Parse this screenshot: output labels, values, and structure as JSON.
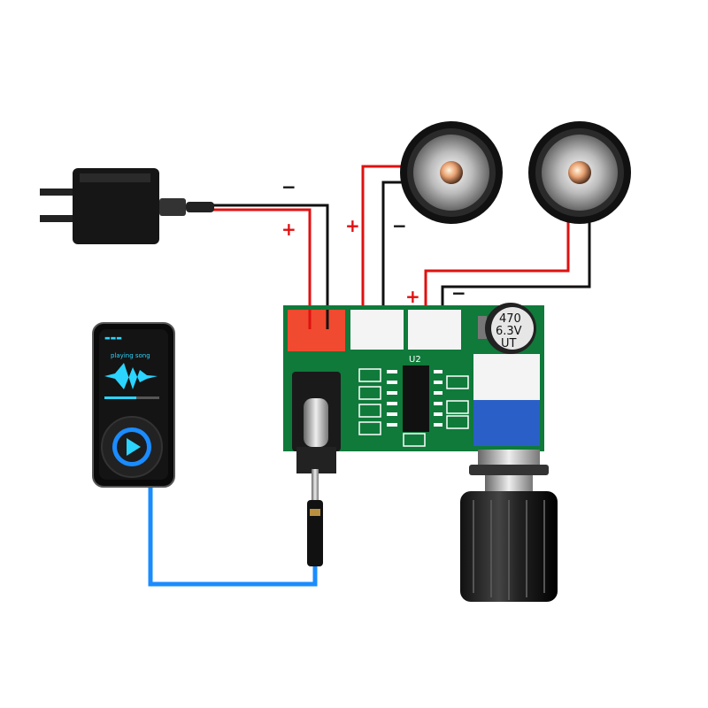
{
  "power_labels": {
    "negative": "−",
    "positive": "+"
  },
  "speaker_left_labels": {
    "positive": "+",
    "negative": "−"
  },
  "speaker_right_labels": {
    "positive": "+",
    "negative": "−"
  },
  "capacitor": {
    "line1": "470",
    "line2": "6.3V",
    "line3": "UT"
  },
  "chip_label": "U2",
  "player_screen": {
    "title": "playing song"
  },
  "colors": {
    "pcb": "#0f7a3a",
    "wire_positive": "#e01010",
    "wire_negative": "#111111",
    "audio_cable": "#1a8cff",
    "power_connector": "#f04a30",
    "potentiometer": "#2a5fc8"
  }
}
